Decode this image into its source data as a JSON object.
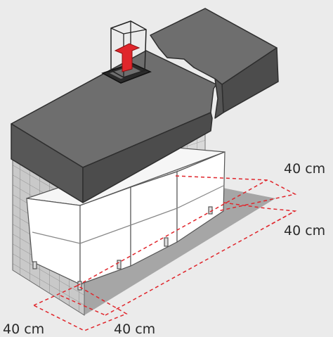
{
  "dimension_labels": {
    "back_right_upper": "40 cm",
    "back_right_lower": "40 cm",
    "front_left": "40 cm",
    "front_right": "40 cm"
  },
  "colors": {
    "background": "#ebebeb",
    "hood_top": "#6b6b6b",
    "hood_front": "#575757",
    "hood_side": "#4a4a4a",
    "floor_shadow": "#8a8a8a",
    "tile_wall": "#d8d8d8",
    "cabinet": "#ffffff",
    "dimension_lines": "#e0262c",
    "exhaust_arrow": "#e0262c"
  },
  "icons": {
    "exhaust": "up-arrow-icon"
  }
}
